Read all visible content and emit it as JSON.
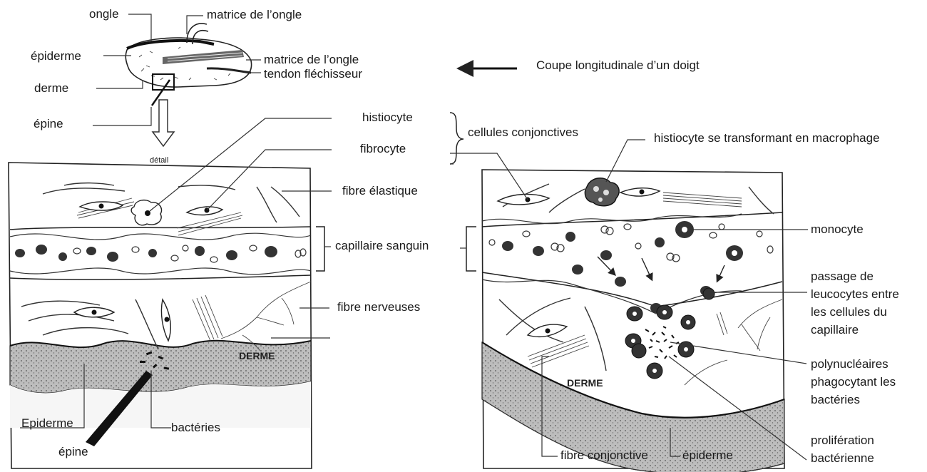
{
  "finger": {
    "labels": {
      "ongle": "ongle",
      "matrice_top": "matrice de l’ongle",
      "epiderme": "épiderme",
      "matrice_mid": "matrice de l’ongle",
      "tendon": "tendon fléchisseur",
      "derme": "derme",
      "epine": "épine"
    },
    "arrow_caption": "Coupe longitudinale d’un doigt",
    "detail": "détail"
  },
  "left_panel": {
    "labels": {
      "histiocyte": "histiocyte",
      "fibrocyte": "fibrocyte",
      "cellules": "cellules conjonctives",
      "fibre_elastique": "fibre élastique",
      "capillaire": "capillaire sanguin",
      "fibre_nerveuses": "fibre nerveuses",
      "derme": "DERME",
      "epiderme": "Epiderme",
      "epine": "épine",
      "bacteries": "bactéries"
    }
  },
  "right_panel": {
    "labels": {
      "histiocyte_macro": "histiocyte se transformant en macrophage",
      "monocyte": "monocyte",
      "passage": [
        "passage de",
        "leucocytes entre",
        "les cellules du",
        "capillaire"
      ],
      "polynucleaires": [
        "polynucléaires",
        "phagocytant les",
        "bactéries"
      ],
      "proliferation": [
        "prolifération",
        "bactérienne"
      ],
      "derme": "DERME",
      "fibre_conjonctive": "fibre conjonctive",
      "epiderme": "épiderme"
    }
  }
}
